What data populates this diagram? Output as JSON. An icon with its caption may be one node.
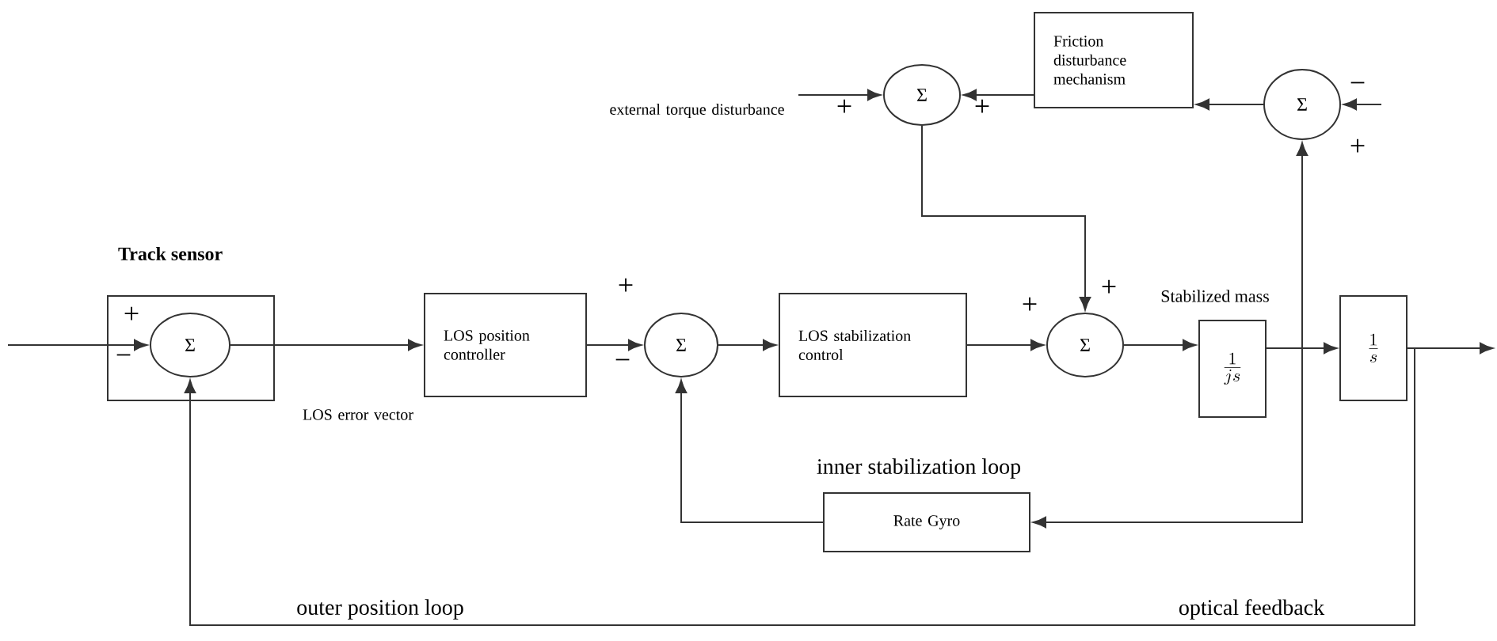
{
  "diagram": {
    "nodes": [
      {
        "text": [
          "Track sensor"
        ]
      },
      {
        "text": [
          "Σ"
        ],
        "in": 0
      },
      {
        "text": [
          "LOS position controller"
        ]
      },
      {
        "text": [
          "Σ"
        ]
      },
      {
        "text": [
          "LOS stabilization control"
        ]
      },
      {
        "text": [
          "Σ"
        ]
      },
      {
        "text": [
          "\\frac{1}{js}"
        ]
      },
      {
        "text": [
          "\\frac{1}{s}"
        ]
      },
      {
        "text": [
          "Rate Gyro"
        ]
      },
      {
        "text": [
          "Σ"
        ]
      },
      {
        "text": [
          "Friction disturbance mechanism"
        ]
      },
      {
        "text": [
          "Σ"
        ]
      },
      {
        "text": [
          "external torque disturbance"
        ]
      }
    ],
    "edges": [
      {
        "from": null,
        "to": 1,
        "arrow": "to"
      },
      {
        "from": 1,
        "to": 2,
        "arrow": "to"
      },
      {
        "from": 2,
        "to": 3,
        "arrow": "to"
      },
      {
        "from": 3,
        "to": 4,
        "arrow": "to"
      },
      {
        "from": 4,
        "to": 5,
        "arrow": "to"
      },
      {
        "from": 5,
        "to": 6,
        "arrow": "to"
      },
      {
        "from": 6,
        "to": 7,
        "arrow": "to"
      },
      {
        "from": 7,
        "to": null,
        "arrow": "to"
      },
      {
        "from": 9,
        "to": 5,
        "arrow": "to"
      },
      {
        "from": 10,
        "to": 9,
        "arrow": "to"
      },
      {
        "from": 11,
        "to": 10,
        "arrow": "to"
      },
      {
        "from": null,
        "to": 11,
        "arrow": "to"
      },
      {
        "from": 6,
        "to": 11,
        "arrow": "to"
      },
      {
        "from": 6,
        "to": 8,
        "arrow": "to"
      },
      {
        "from": 8,
        "to": 3,
        "arrow": "to"
      },
      {
        "from": 7,
        "to": 1,
        "arrow": "to"
      },
      {
        "from": 12,
        "to": 9,
        "arrow": "to"
      }
    ],
    "labels": [
      "−",
      "+",
      "+",
      "+",
      "+",
      "+",
      "+",
      "Stabilized mass",
      "+",
      "−",
      "−",
      "LOS error vector",
      "inner stabilization loop",
      "outer position loop",
      "optical feedback"
    ]
  }
}
